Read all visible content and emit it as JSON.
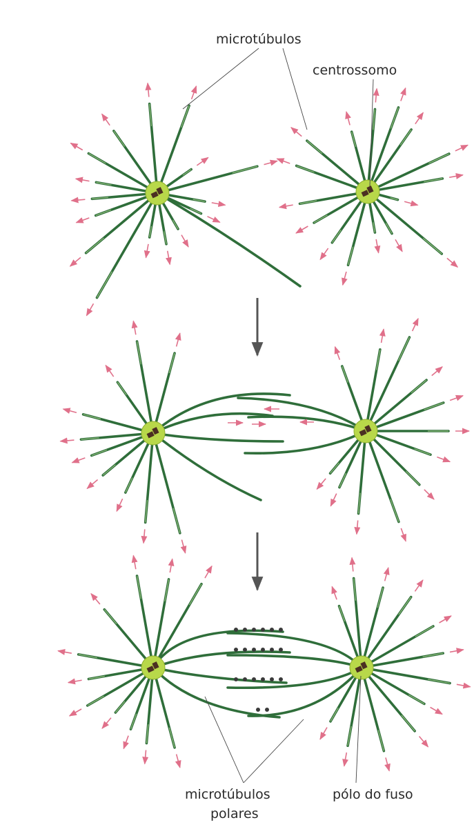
{
  "labels": {
    "microtubules": "microtúbulos",
    "centrosome": "centrossomo",
    "polar_line1": "microtúbulos",
    "polar_line2": "polares",
    "spindle_pole": "pólo do fuso"
  },
  "colors": {
    "microtubule": "#2f6e3a",
    "microtubule_highlight": "#a9d18e",
    "plus_end_arrow": "#e0708a",
    "centrosome_fill": "#b8d84a",
    "centriole": "#4b2f22",
    "motor_protein": "#3a3a3a",
    "process_arrow": "#555555",
    "background": "#ffffff"
  },
  "stages": [
    {
      "name": "separate-asters"
    },
    {
      "name": "overlapping-asters"
    },
    {
      "name": "bipolar-spindle"
    }
  ]
}
